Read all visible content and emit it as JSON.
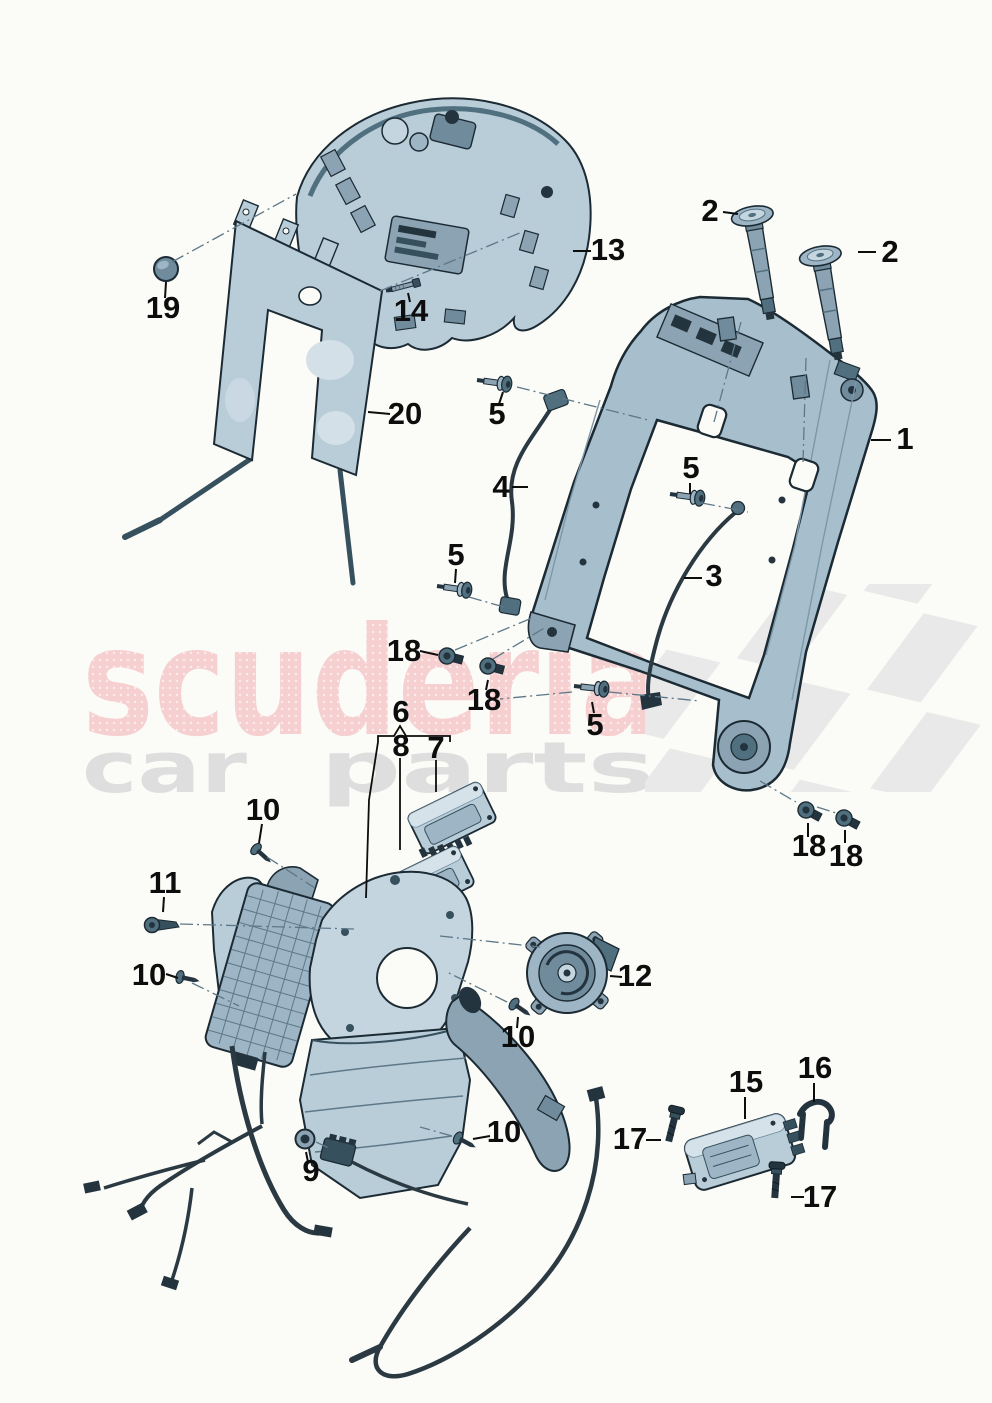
{
  "watermark": {
    "brand": "scuderia",
    "tagline_word1": "car",
    "tagline_word2": "parts",
    "brand_color": "#f6d0d0",
    "brand_dot_color": "#fdeaea",
    "tagline_color": "#dedede",
    "flag_color": "#e9e9e9"
  },
  "diagram": {
    "type": "exploded-parts-diagram",
    "subject": "vehicle front seat backrest frame and components",
    "callouts": [
      "19",
      "14",
      "13",
      "2",
      "2",
      "1",
      "5",
      "20",
      "4",
      "5",
      "3",
      "5",
      "18",
      "18",
      "5",
      "6",
      "8",
      "7",
      "10",
      "11",
      "10",
      "12",
      "10",
      "10",
      "9",
      "15",
      "16",
      "17",
      "17",
      "18",
      "18"
    ]
  },
  "palette": {
    "background": "#fbfbf7",
    "part_fill_light": "#c5d5e0",
    "part_fill_mid": "#9db5c4",
    "part_fill_dark": "#6f8b9c",
    "part_detail_darkest": "#24343f",
    "outline": "#1b2a33",
    "alignment_line": "#5d7888",
    "callout_text": "#0d0d0d"
  }
}
